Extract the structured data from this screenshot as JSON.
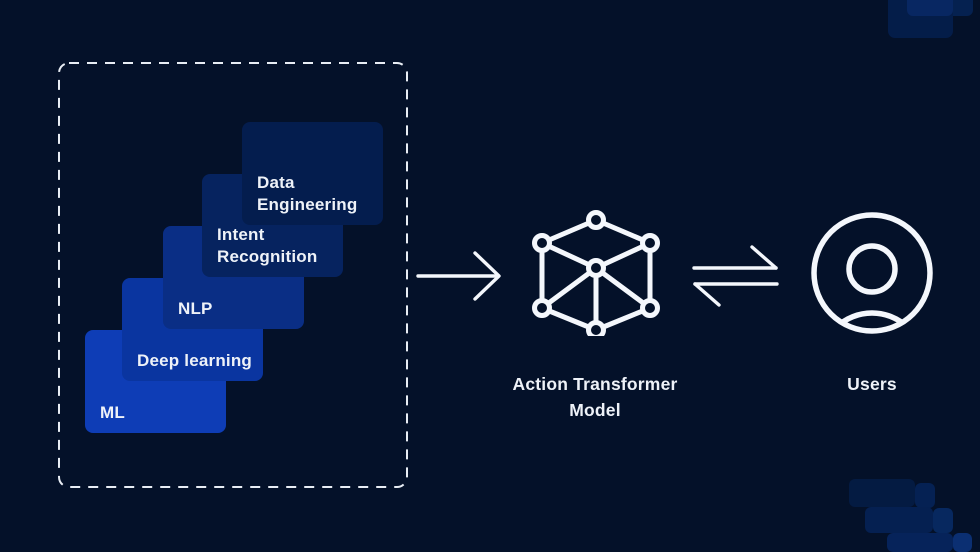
{
  "canvas": {
    "background": "#041129",
    "stroke_color": "#f4f7fc",
    "text_color": "#eef2f8",
    "dashed_border_color": "#e8edf4"
  },
  "stack": {
    "boxes": [
      {
        "label": "ML",
        "color": "#0e3db6"
      },
      {
        "label": "Deep learning",
        "color": "#0a35a0"
      },
      {
        "label": "NLP",
        "color": "#0a2e85"
      },
      {
        "label": "Intent\nRecognition",
        "color": "#06235f"
      },
      {
        "label": "Data\nEngineering",
        "color": "#041d4e"
      }
    ]
  },
  "model": {
    "label": "Action Transformer\nModel",
    "icon": "cube-network-icon"
  },
  "users": {
    "label": "Users",
    "icon": "user-circle-icon"
  }
}
